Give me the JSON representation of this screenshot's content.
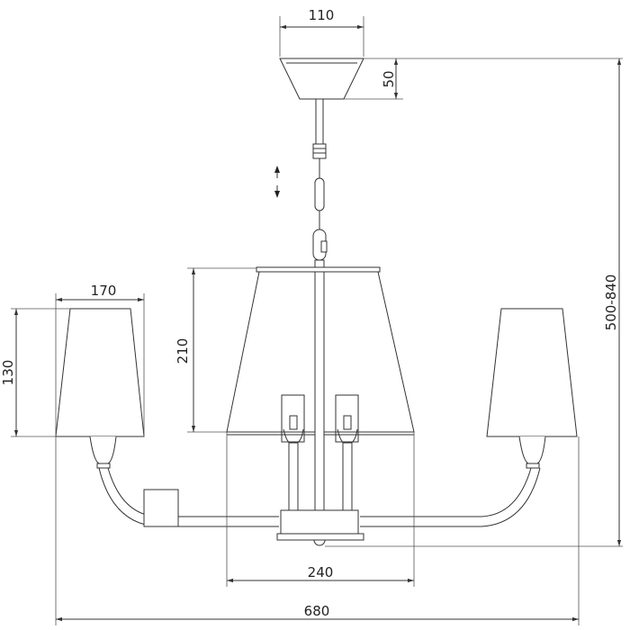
{
  "dimensions": {
    "canopy_width": "110",
    "canopy_height": "50",
    "overall_height": "500-840",
    "center_shade_height": "210",
    "side_shade_width": "170",
    "side_shade_height": "130",
    "candle_span": "240",
    "overall_width": "680"
  },
  "icons": {
    "adjust": "height-adjust-arrows-icon"
  }
}
